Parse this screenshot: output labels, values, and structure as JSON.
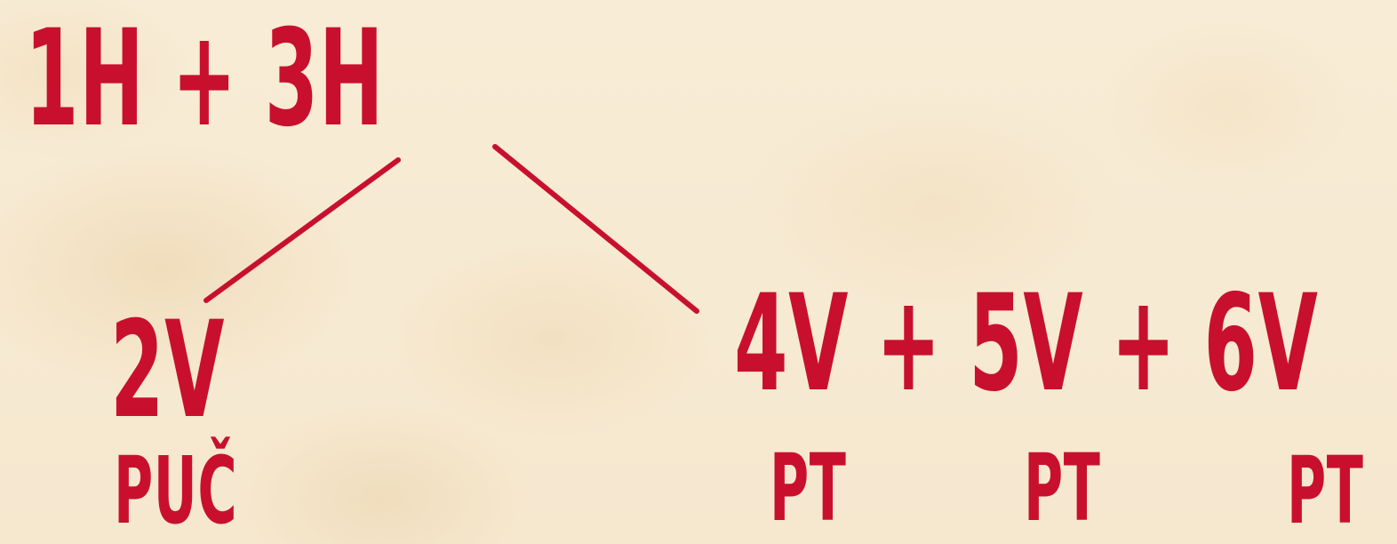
{
  "colors": {
    "ink": "#c8102e",
    "paper": "#f7ead2"
  },
  "diagram": {
    "root": {
      "label": "1H + 3H"
    },
    "children": [
      {
        "label": "2V",
        "sublabels": [
          "PUČ"
        ]
      },
      {
        "label": "4V + 5V + 6V",
        "sublabels": [
          "PT",
          "PT",
          "PT"
        ]
      }
    ]
  }
}
